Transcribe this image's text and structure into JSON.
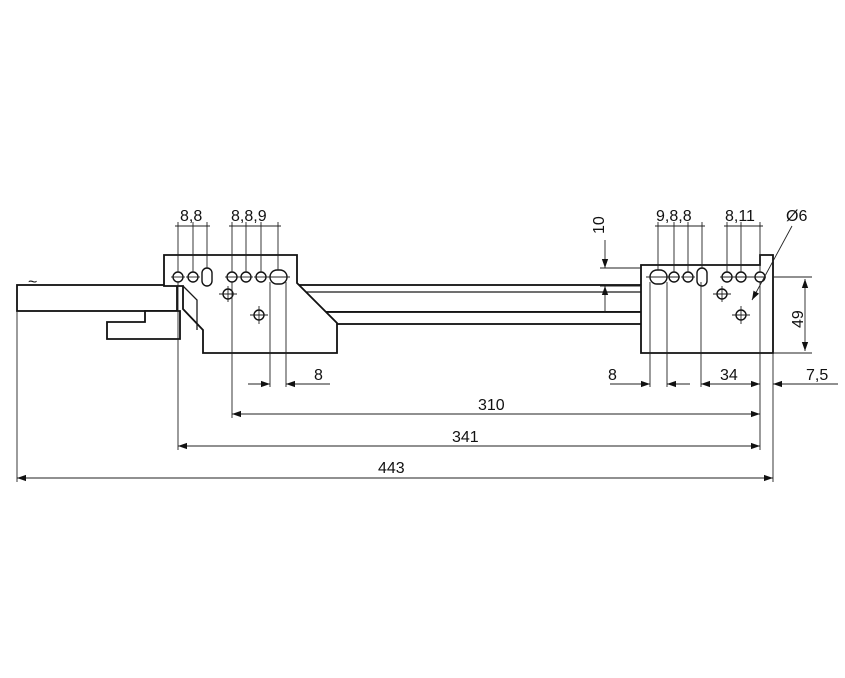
{
  "colors": {
    "line": "#111111",
    "background": "#ffffff"
  },
  "labels": {
    "top_left_group_a": "8,8",
    "top_left_group_b": "8,8,9",
    "top_right_group_a": "9,8,8",
    "top_right_group_b": "8,11",
    "hole_diameter": "Ø6",
    "vertical_offset": "10",
    "height_right": "49",
    "spacing_left": "8",
    "spacing_right": "8",
    "right_hole_spacing": "34",
    "right_overhang": "7,5",
    "length_310": "310",
    "length_341": "341",
    "length_443": "443",
    "rail_end_mark": "~"
  }
}
